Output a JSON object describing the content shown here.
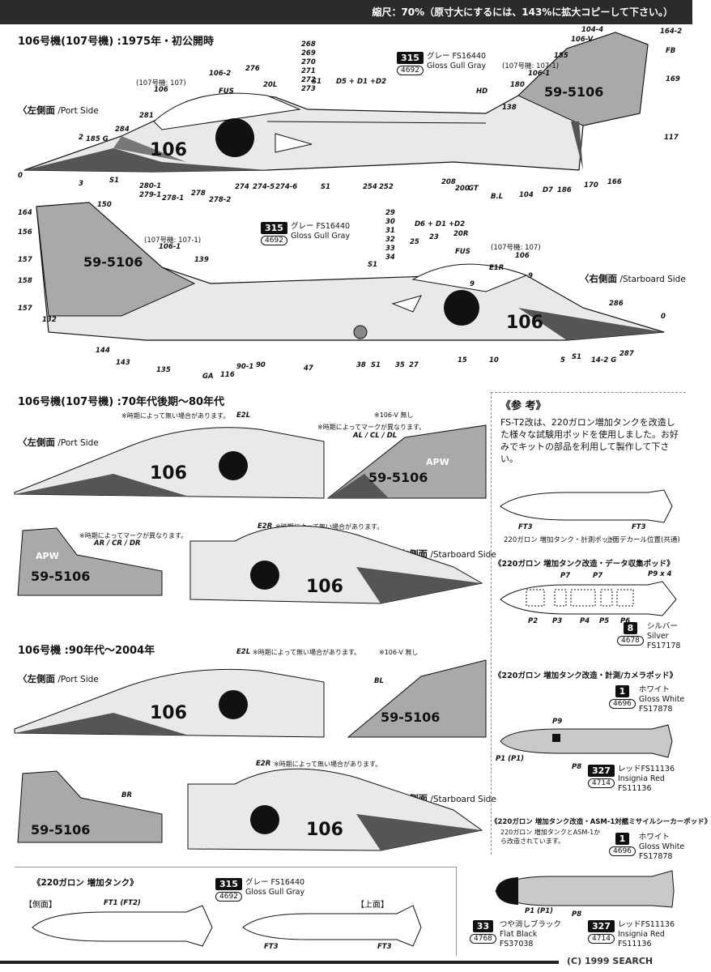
{
  "header": {
    "scale_note": "縮尺：70%（原寸大にするには、143%に拡大コピーして下さい。）"
  },
  "sections": {
    "s1": "106号機(107号機) :1975年・初公開時",
    "s2": "106号機(107号機) :70年代後期〜80年代",
    "s3": "106号機 :90年代〜2004年"
  },
  "sides": {
    "port_jp": "〈左側面",
    "port_en": "/Port Side",
    "star_jp": "〈右側面",
    "star_en": "/Starboard Side"
  },
  "marks": {
    "nose_num": "106",
    "tail_num": "59-5106",
    "apw": "APW"
  },
  "colors": {
    "gray": "#a9a9a9",
    "light": "#e9e9e9",
    "dark": "#555555",
    "black": "#111111",
    "red": "#c0392b"
  },
  "paints": {
    "p315": {
      "num": "315",
      "fs": "4692",
      "jp": "グレー FS16440",
      "en": "Gloss Gull Gray"
    },
    "p8": {
      "num": "8",
      "fs": "4678",
      "jp": "シルバー",
      "en": "Silver",
      "code": "FS17178"
    },
    "p1": {
      "num": "1",
      "fs": "4696",
      "jp": "ホワイト",
      "en": "Gloss White",
      "code": "FS17878"
    },
    "p327": {
      "num": "327",
      "fs": "4714",
      "jp": "レッドFS11136",
      "en": "Insignia Red",
      "code": "FS11136"
    },
    "p33": {
      "num": "33",
      "fs": "4768",
      "jp": "つや消しブラック",
      "en": "Flat Black",
      "code": "FS37038"
    }
  },
  "labels1": [
    "268",
    "269",
    "270",
    "271",
    "272",
    "273",
    "276",
    "20L",
    "S1",
    "D5 + D1 +D2",
    "106-2",
    "FUS",
    "(107号機: 107)",
    "106",
    "281",
    "284",
    "2",
    "185 G",
    "3",
    "0",
    "S1",
    "280-1",
    "279-1",
    "278-1",
    "278",
    "278-2",
    "274",
    "274-5",
    "274-6",
    "S1",
    "254",
    "252",
    "208",
    "200",
    "GT",
    "B.L",
    "104",
    "D7",
    "186",
    "170",
    "166",
    "117",
    "169",
    "FB",
    "164-2",
    "104-4",
    "106-V",
    "185",
    "(107号機: 107-1)",
    "106-1",
    "180",
    "HD",
    "138"
  ],
  "labels2": [
    "164",
    "150",
    "156",
    "157",
    "158",
    "157",
    "132",
    "144",
    "143",
    "135",
    "(107号機: 107-1)",
    "106-1",
    "139",
    "GA",
    "116",
    "90-1",
    "90",
    "47",
    "38",
    "S1",
    "35",
    "27",
    "15",
    "10",
    "29",
    "30",
    "31",
    "32",
    "33",
    "34",
    "25",
    "D6 + D1 +D2",
    "23",
    "20R",
    "FUS",
    "S1",
    "(107号機: 107)",
    "E1R",
    "106",
    "9",
    "9",
    "286",
    "0",
    "5",
    "S1",
    "14-2 G",
    "287"
  ],
  "notes": {
    "n_e2l_1": "※時期によって無い場合があります。",
    "e2l": "E2L",
    "n_mark_1": "※時期によってマークが異なります。",
    "n_106v_1": "※106-V 無し",
    "tail_codes_1": "AL / CL / DL",
    "n_mark_2": "※時期によってマークが異なります。",
    "tail_codes_2": "AR / CR / DR",
    "e2r": "E2R",
    "n_e2r_1": "※時期によって無い場合があります。",
    "n_e2l_2": "※時期によって無い場合があります。",
    "n_106v_2": "※106-V 無し",
    "bl": "BL",
    "br": "BR",
    "n_e2r_2": "※時期によって無い場合があります。"
  },
  "reference": {
    "title": "《参 考》",
    "text": "FS-T2改は、220ガロン増加タンクを改造した様々な試験用ポッドを使用しました。お好みでキットの部品を利用して製作して下さい。",
    "pod0_caption": "220ガロン 増加タンク・計測ポッド",
    "pod0_caption2": "上面デカール位置(共通)",
    "pod0_ft3a": "FT3",
    "pod0_ft3b": "FT3",
    "pod1_title": "《220ガロン 増加タンク改造・データ収集ポッド》",
    "pod1_labels": [
      "P7",
      "P7",
      "P9 x 4",
      "P2",
      "P3",
      "P4",
      "P5",
      "P6"
    ],
    "pod2_title": "《220ガロン 増加タンク改造・計測/カメラポッド》",
    "pod2_labels": [
      "P9",
      "P1 (P1)",
      "P8"
    ],
    "pod3_title": "《220ガロン 増加タンク改造・ASM-1対艦ミサイルシーカーポッド》",
    "pod3_sub": "220ガロン 増加タンクとASM-1から改造されています。",
    "pod3_labels": [
      "P1 (P1)",
      "P8"
    ]
  },
  "tank": {
    "title": "《220ガロン 増加タンク》",
    "side": "【側面】",
    "top": "【上面】",
    "ft1": "FT1 (FT2)",
    "ft3a": "FT3",
    "ft3b": "FT3"
  },
  "watermark": "(C) 1999 SEARCH"
}
